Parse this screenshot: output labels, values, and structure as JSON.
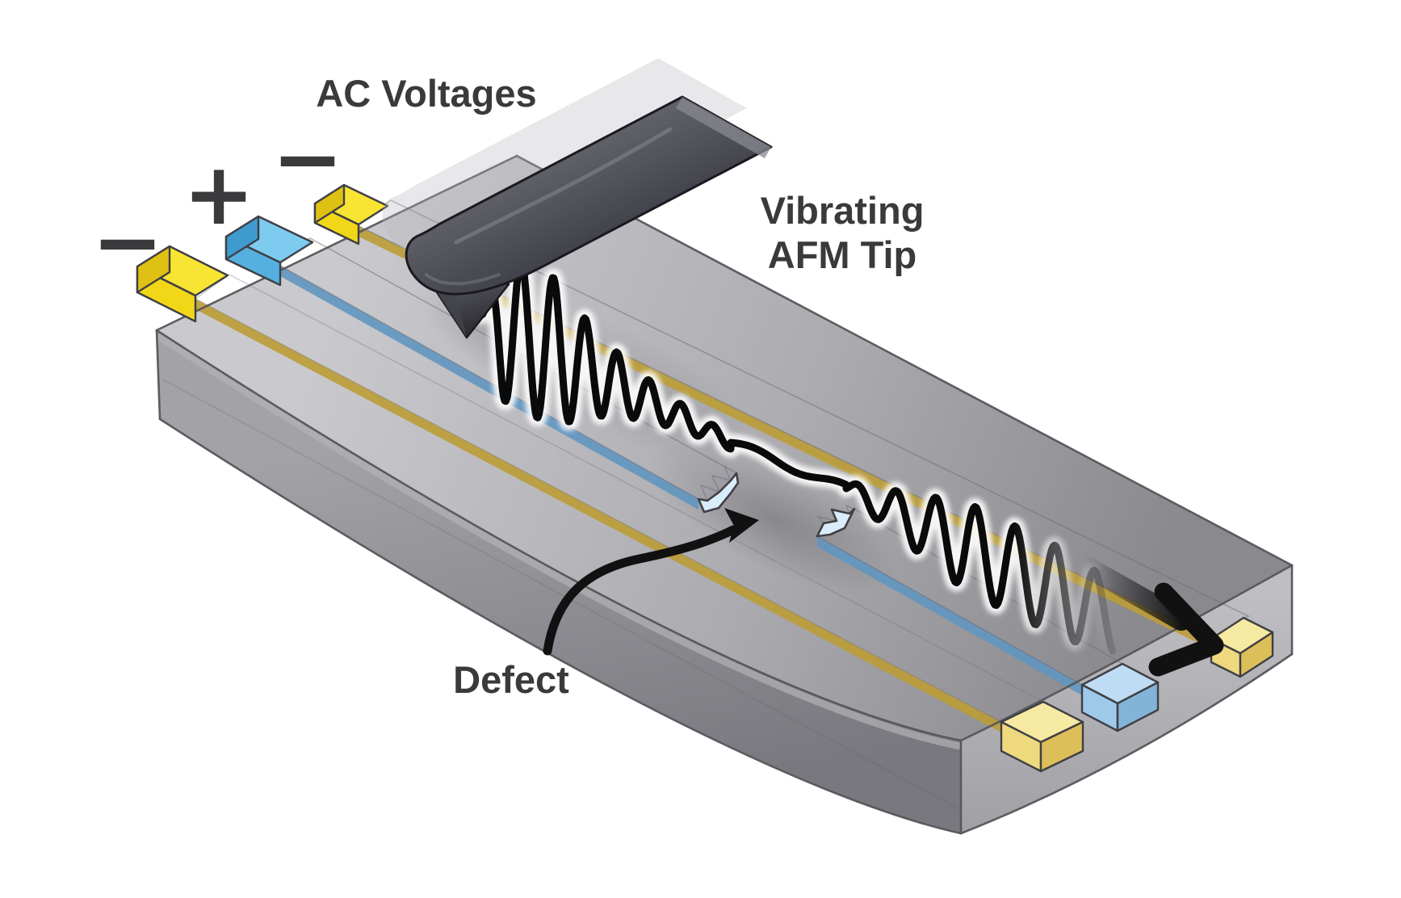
{
  "labels": {
    "ac_voltages": "AC Voltages",
    "vibrating_line1": "Vibrating",
    "vibrating_line2": "AFM Tip",
    "defect": "Defect",
    "plus": "+",
    "minus_left": "−",
    "minus_top": "−"
  },
  "colors": {
    "background": "#ffffff",
    "text": "#3a3a3c",
    "outline": "#55555b",
    "block_outline": "#3f3f45",
    "stripe_outline": "#70707a",
    "slab_top_light": "#c8c8cc",
    "slab_top_mid": "#a9a9ae",
    "slab_top_dark": "#86868b",
    "slab_front_light": "#a2a2a7",
    "slab_front_dark": "#78787e",
    "slab_end_light": "#bcbcc0",
    "slab_end_dark": "#9b9ba0",
    "slab_bevel": "#b2b2b6",
    "yellow_bright_top": "#f8e432",
    "yellow_bright_front": "#f2d718",
    "yellow_bright_side": "#dfc113",
    "yellow_muted_start": "#d8b94e",
    "yellow_muted_mid": "#ecd563",
    "yellow_muted_end": "#f7e88f",
    "yellow_muted_side": "#bb9c36",
    "yellow_pale_top": "#f6e9a2",
    "yellow_pale_front": "#efd97e",
    "yellow_pale_side": "#dcbf59",
    "blue_bright_top": "#7ecbf0",
    "blue_bright_front": "#55b0e0",
    "blue_bright_side": "#3f9bce",
    "blue_muted_start": "#7fb2d9",
    "blue_muted_mid": "#92c6ea",
    "blue_muted_end": "#b6dbf4",
    "blue_muted_side": "#6296c0",
    "blue_break_face": "#d8ecf9",
    "blue_pale_top": "#bedcf4",
    "blue_pale_front": "#9ec9e8",
    "blue_pale_side": "#82b4d8",
    "cantilever_light": "#6e6e76",
    "cantilever_mid": "#53535b",
    "cantilever_dark": "#3b3b43",
    "cantilever_outline": "#1a1a20",
    "cantilever_ghost": "#b7b7bd",
    "cantilever_highlight": "#8b8b93",
    "tip_light": "#5c5c64",
    "tip_dark": "#26262c",
    "wave": "#0a0a0a",
    "arrow": "#111111"
  }
}
